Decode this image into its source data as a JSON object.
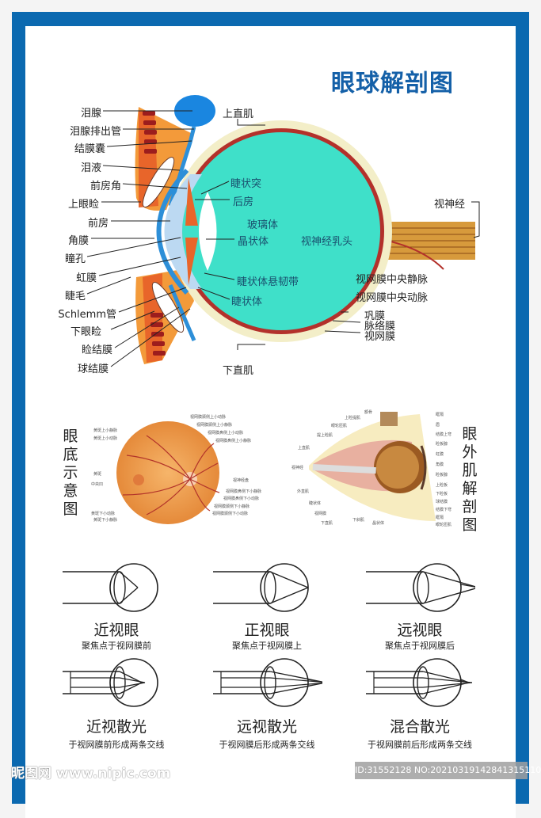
{
  "title": "眼球解剖图",
  "main_diagram": {
    "left_labels": [
      "泪腺",
      "泪腺排出管",
      "结膜囊",
      "泪液",
      "前房角",
      "上眼睑",
      "前房",
      "角膜",
      "瞳孔",
      "虹膜",
      "睫毛",
      "Schlemm管",
      "下眼睑",
      "睑结膜",
      "球结膜"
    ],
    "superior_rectus": "上直肌",
    "inferior_rectus": "下直肌",
    "ciliary_process": "睫状突",
    "posterior_chamber": "后房",
    "vitreous": "玻璃体",
    "lens": "晶状体",
    "optic_papilla": "视神经乳头",
    "zonule": "睫状体悬韧带",
    "ciliary_body": "睫状体",
    "optic_nerve": "视神经",
    "central_vein": "视网膜中央静脉",
    "central_artery": "视网膜中央动脉",
    "sclera": "巩膜",
    "choroid": "脉络膜",
    "retina": "视网膜"
  },
  "fundus": {
    "title": "眼底示意图",
    "labels_left": [
      "黄斑上小静脉",
      "黄斑上小动脉",
      "黄斑",
      "中央凹",
      "黄斑下小动脉",
      "黄斑下小静脉"
    ],
    "labels_right": [
      "视网膜颞侧上小动脉",
      "视网膜颞侧上小静脉",
      "视网膜鼻侧上小动脉",
      "视网膜鼻侧上小静脉",
      "视神经盘",
      "视网膜鼻侧下小静脉",
      "视网膜鼻侧下小动脉",
      "视网膜颞侧下小静脉",
      "视网膜颞侧下小动脉"
    ]
  },
  "extraocular": {
    "title": "眼外肌解剖图",
    "labels_left": [
      "上睑提肌",
      "眼轮匝肌",
      "提上睑肌",
      "上直肌",
      "视神经",
      "外直肌",
      "睫状体",
      "视网膜",
      "下直肌",
      "下斜肌",
      "晶状体"
    ],
    "labels_right": [
      "额骨",
      "眶隔",
      "眉",
      "结膜上穹",
      "睑板腺",
      "虹膜",
      "角膜",
      "睑板腺",
      "上睑板",
      "下睑板",
      "球结膜",
      "结膜下穹",
      "眶隔",
      "眼轮匝肌"
    ]
  },
  "optics": [
    {
      "title": "近视眼",
      "subtitle": "聚焦点于视网膜前",
      "type": "myopia"
    },
    {
      "title": "正视眼",
      "subtitle": "聚焦点于视网膜上",
      "type": "normal"
    },
    {
      "title": "远视眼",
      "subtitle": "聚焦点于视网膜后",
      "type": "hyperopia"
    },
    {
      "title": "近视散光",
      "subtitle": "于视网膜前形成两条交线",
      "type": "myopic-astig"
    },
    {
      "title": "远视散光",
      "subtitle": "于视网膜后形成两条交线",
      "type": "hyperopic-astig"
    },
    {
      "title": "混合散光",
      "subtitle": "于视网膜前后形成两条交线",
      "type": "mixed-astig"
    }
  ],
  "watermark": {
    "site": "昵图网 www.nipic.com",
    "id": "ID:31552128 NO:20210319142841315110"
  },
  "colors": {
    "frame": "#0b69b0",
    "title": "#1460a8",
    "vitreous": "#3fe0c9",
    "choroid": "#b3312b",
    "sclera": "#f3eec8",
    "cornea": "#2d8fd8"
  }
}
